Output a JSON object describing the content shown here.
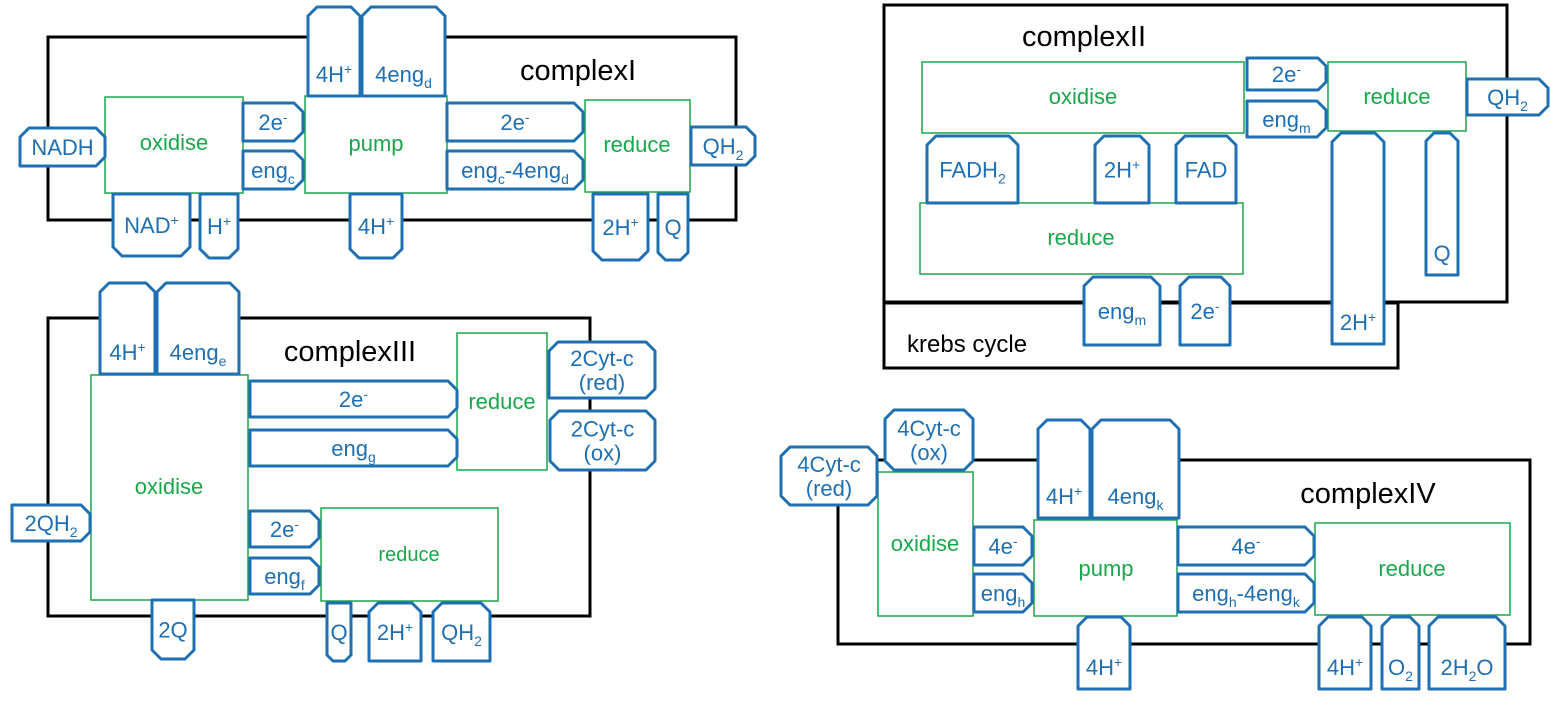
{
  "colors": {
    "frame": "#000000",
    "process": "#1aa64a",
    "molecule": "#1f6fb2"
  },
  "complexes": {
    "complex_i": {
      "title": "complexI",
      "proc": {
        "oxidise": "oxidise",
        "pump": "pump",
        "reduce": "reduce"
      },
      "mol": {
        "nadh": [
          {
            "t": "NADH"
          }
        ],
        "nad_plus": [
          {
            "t": "NAD"
          },
          {
            "t": "+",
            "v": "sup"
          }
        ],
        "h_plus": [
          {
            "t": "H"
          },
          {
            "t": "+",
            "v": "sup"
          }
        ],
        "e2_a": [
          {
            "t": "2e"
          },
          {
            "t": "-",
            "v": "sup"
          }
        ],
        "eng_c": [
          {
            "t": "eng"
          },
          {
            "t": "c",
            "v": "sub"
          }
        ],
        "h4_top": [
          {
            "t": "4H"
          },
          {
            "t": "+",
            "v": "sup"
          }
        ],
        "eng4_d": [
          {
            "t": "4eng"
          },
          {
            "t": "d",
            "v": "sub"
          }
        ],
        "h4_bottom": [
          {
            "t": "4H"
          },
          {
            "t": "+",
            "v": "sup"
          }
        ],
        "e2_b": [
          {
            "t": "2e"
          },
          {
            "t": "-",
            "v": "sup"
          }
        ],
        "eng_c_minus_4eng_d": [
          {
            "t": "eng"
          },
          {
            "t": "c",
            "v": "sub"
          },
          {
            "t": "-4eng"
          },
          {
            "t": "d",
            "v": "sub"
          }
        ],
        "qh2": [
          {
            "t": "QH"
          },
          {
            "t": "2",
            "v": "sub"
          }
        ],
        "h2_plus": [
          {
            "t": "2H"
          },
          {
            "t": "+",
            "v": "sup"
          }
        ],
        "q": [
          {
            "t": "Q"
          }
        ]
      }
    },
    "complex_ii": {
      "title": "complexII",
      "subtitle": "krebs cycle",
      "proc": {
        "oxidise": "oxidise",
        "reduce_right": "reduce",
        "reduce_bottom": "reduce"
      },
      "mol": {
        "e2_top": [
          {
            "t": "2e"
          },
          {
            "t": "-",
            "v": "sup"
          }
        ],
        "eng_m_top": [
          {
            "t": "eng"
          },
          {
            "t": "m",
            "v": "sub"
          }
        ],
        "qh2": [
          {
            "t": "QH"
          },
          {
            "t": "2",
            "v": "sub"
          }
        ],
        "fadh2": [
          {
            "t": "FADH"
          },
          {
            "t": "2",
            "v": "sub"
          }
        ],
        "h2_plus_mid": [
          {
            "t": "2H"
          },
          {
            "t": "+",
            "v": "sup"
          }
        ],
        "fad": [
          {
            "t": "FAD"
          }
        ],
        "eng_m_bottom": [
          {
            "t": "eng"
          },
          {
            "t": "m",
            "v": "sub"
          }
        ],
        "e2_bottom": [
          {
            "t": "2e"
          },
          {
            "t": "-",
            "v": "sup"
          }
        ],
        "h2_plus_tall": [
          {
            "t": "2H"
          },
          {
            "t": "+",
            "v": "sup"
          }
        ],
        "q": [
          {
            "t": "Q"
          }
        ]
      }
    },
    "complex_iii": {
      "title": "complexIII",
      "proc": {
        "oxidise": "oxidise",
        "reduce_top": "reduce",
        "reduce_bottom": "reduce"
      },
      "mol": {
        "h4_top": [
          {
            "t": "4H"
          },
          {
            "t": "+",
            "v": "sup"
          }
        ],
        "eng4_e": [
          {
            "t": "4eng"
          },
          {
            "t": "e",
            "v": "sub"
          }
        ],
        "e2_top": [
          {
            "t": "2e"
          },
          {
            "t": "-",
            "v": "sup"
          }
        ],
        "eng_g": [
          {
            "t": "eng"
          },
          {
            "t": "g",
            "v": "sub"
          }
        ],
        "cytc_red": [
          {
            "t": "2Cyt-c"
          },
          {
            "t": "(red)",
            "v": "line2"
          }
        ],
        "cytc_ox": [
          {
            "t": "2Cyt-c"
          },
          {
            "t": "(ox)",
            "v": "line2"
          }
        ],
        "qh2_2": [
          {
            "t": "2QH"
          },
          {
            "t": "2",
            "v": "sub"
          }
        ],
        "e2_bottom": [
          {
            "t": "2e"
          },
          {
            "t": "-",
            "v": "sup"
          }
        ],
        "eng_f": [
          {
            "t": "eng"
          },
          {
            "t": "f",
            "v": "sub"
          }
        ],
        "q2": [
          {
            "t": "2Q"
          }
        ],
        "q": [
          {
            "t": "Q"
          }
        ],
        "h2_plus": [
          {
            "t": "2H"
          },
          {
            "t": "+",
            "v": "sup"
          }
        ],
        "qh2": [
          {
            "t": "QH"
          },
          {
            "t": "2",
            "v": "sub"
          }
        ]
      }
    },
    "complex_iv": {
      "title": "complexIV",
      "proc": {
        "oxidise": "oxidise",
        "pump": "pump",
        "reduce": "reduce"
      },
      "mol": {
        "cytc_red": [
          {
            "t": "4Cyt-c"
          },
          {
            "t": "(red)",
            "v": "line2"
          }
        ],
        "cytc_ox": [
          {
            "t": "4Cyt-c"
          },
          {
            "t": "(ox)",
            "v": "line2"
          }
        ],
        "h4_top": [
          {
            "t": "4H"
          },
          {
            "t": "+",
            "v": "sup"
          }
        ],
        "eng4_k": [
          {
            "t": "4eng"
          },
          {
            "t": "k",
            "v": "sub"
          }
        ],
        "e4_a": [
          {
            "t": "4e"
          },
          {
            "t": "-",
            "v": "sup"
          }
        ],
        "eng_h": [
          {
            "t": "eng"
          },
          {
            "t": "h",
            "v": "sub"
          }
        ],
        "e4_b": [
          {
            "t": "4e"
          },
          {
            "t": "-",
            "v": "sup"
          }
        ],
        "eng_h_minus_4eng_k": [
          {
            "t": "eng"
          },
          {
            "t": "h",
            "v": "sub"
          },
          {
            "t": "-4eng"
          },
          {
            "t": "k",
            "v": "sub"
          }
        ],
        "h4_bottom": [
          {
            "t": "4H"
          },
          {
            "t": "+",
            "v": "sup"
          }
        ],
        "h4_right": [
          {
            "t": "4H"
          },
          {
            "t": "+",
            "v": "sup"
          }
        ],
        "o2": [
          {
            "t": "O"
          },
          {
            "t": "2",
            "v": "sub"
          }
        ],
        "h2o_2": [
          {
            "t": "2H"
          },
          {
            "t": "2",
            "v": "sub"
          },
          {
            "t": "O"
          }
        ]
      }
    }
  }
}
